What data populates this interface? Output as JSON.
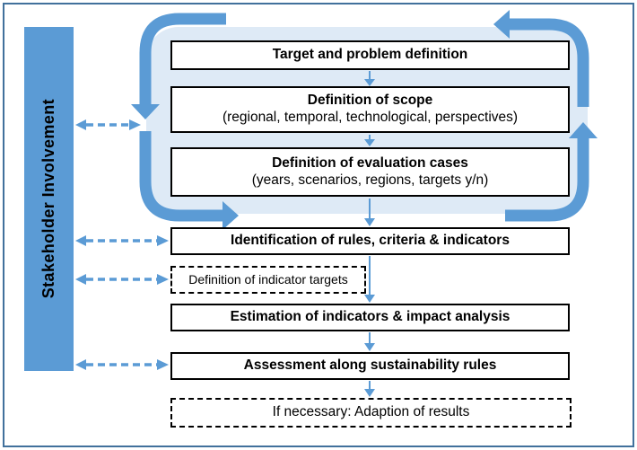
{
  "sidebar": {
    "label": "Stakeholder Involvement"
  },
  "loop": {
    "box1": {
      "title": "Target and problem definition"
    },
    "box2": {
      "title": "Definition of scope",
      "subtitle": "(regional, temporal, technological, perspectives)"
    },
    "box3": {
      "title": "Definition of evaluation cases",
      "subtitle": "(years, scenarios, regions, targets y/n)"
    }
  },
  "steps": {
    "identification": {
      "label": "Identification of rules, criteria & indicators"
    },
    "indicator_targets": {
      "label": "Definition of indicator targets"
    },
    "estimation": {
      "label": "Estimation of indicators & impact analysis"
    },
    "assessment": {
      "label": "Assessment along sustainability rules"
    },
    "adaption": {
      "label": "If necessary: Adaption of results"
    }
  },
  "colors": {
    "accent": "#5B9BD5",
    "loop_bg": "#DEEAF6",
    "frame_border": "#41719C",
    "box_border": "#000000"
  }
}
